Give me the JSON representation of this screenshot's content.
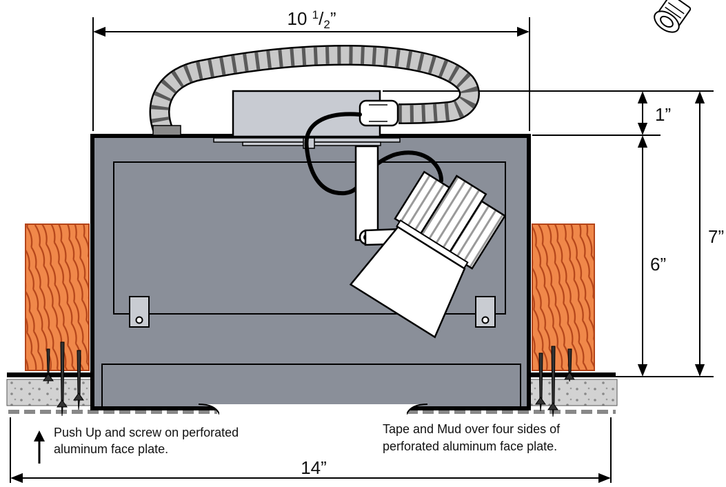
{
  "dimensions": {
    "top_width_whole": "10 ",
    "top_width_num": "1",
    "top_width_den": "2",
    "top_width_inch": "”",
    "bottom_width": "14”",
    "height_small": "1”",
    "height_mid": "6”",
    "height_total": "7”"
  },
  "notes": {
    "left_line1": "Push Up and screw on perforated",
    "left_line2": "aluminum face plate.",
    "right_line1": "Tape and Mud over four sides of",
    "right_line2": "perforated aluminum face plate."
  },
  "colors": {
    "housing": "#8a8f99",
    "housing_dark": "#7a7f89",
    "wood": "#f0884a",
    "wood_grain": "#b4451a",
    "junction_box": "#c8cbd2",
    "conduit_light": "#c9c9c9",
    "conduit_dark": "#555555",
    "drywall": "#cfcfcf",
    "lamp": "#ffffff"
  },
  "icons": {
    "arrow": "up-arrow-icon",
    "lamp": "spotlight-lamp-icon"
  }
}
